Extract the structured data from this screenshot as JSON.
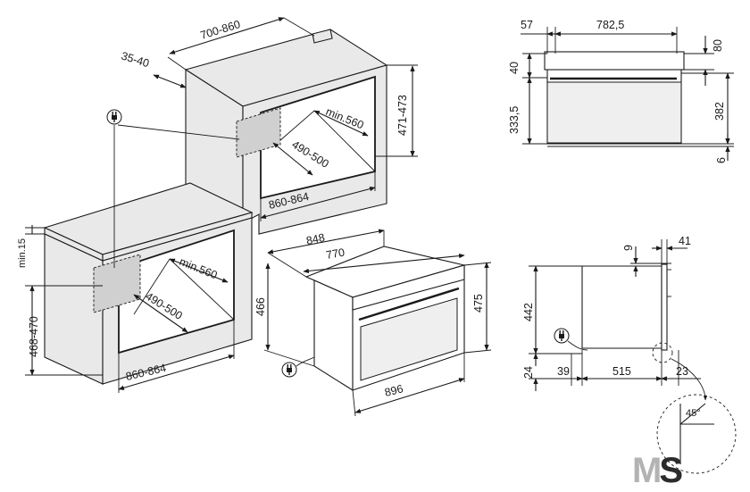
{
  "logo": {
    "text": "MS",
    "colors": {
      "M": "#b3b3b3",
      "S": "#2b2b2b"
    }
  },
  "icons": {
    "plug": "plug-icon"
  },
  "wall_view": {
    "labels": {
      "depth": "700-860",
      "gap": "35-40",
      "height": "471-473",
      "min_depth": "min.560",
      "inner_depth": "490-500",
      "width": "860-864"
    }
  },
  "column_view": {
    "labels": {
      "min_top": "min.15",
      "height": "468-470",
      "min_depth": "min.560",
      "inner_depth": "490-500",
      "width": "860-864"
    }
  },
  "appliance_view": {
    "labels": {
      "top_width": "848",
      "inner_width": "770",
      "height": "466",
      "front_height": "475",
      "front_width": "896"
    }
  },
  "top_section": {
    "labels": {
      "left_offset": "57",
      "body_width": "782,5",
      "top_offset": "80",
      "upper": "40",
      "body_height": "333,5",
      "total_height": "382",
      "bottom": "6"
    }
  },
  "side_section": {
    "labels": {
      "top_gap": "9",
      "door": "41",
      "height": "442",
      "bottom_gap": "24",
      "left": "39",
      "depth": "515",
      "right": "23",
      "angle": "45°"
    }
  }
}
